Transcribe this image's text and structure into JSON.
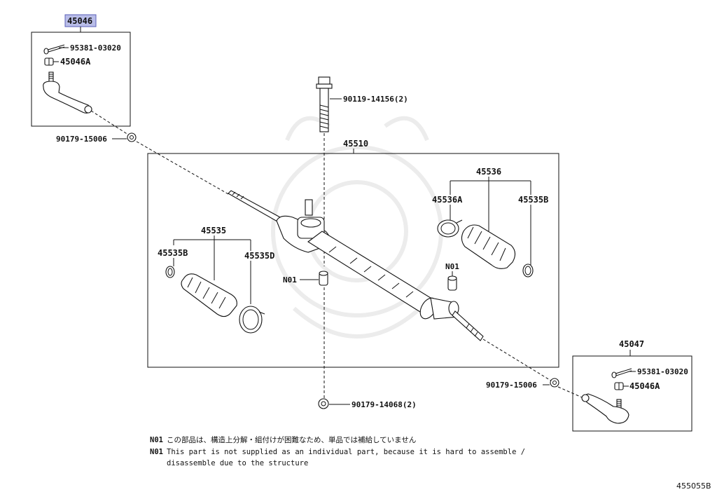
{
  "callouts": {
    "main_assembly": "45510",
    "tie_end_left": "45046",
    "tie_end_right": "45047",
    "cotter_pin_left": "95381-03020",
    "cotter_pin_right": "95381-03020",
    "nut_left": "45046A",
    "nut_right": "45046A",
    "lock_nut_left": "90179-15006",
    "lock_nut_right": "90179-15006",
    "bolt": "90119-14156(2)",
    "bottom_nut": "90179-14068(2)",
    "boot_kit_left": "45535",
    "boot_kit_right": "45536",
    "clamp_left_small": "45535B",
    "clamp_left_large": "45535D",
    "clamp_right_large": "45536A",
    "clamp_right_small": "45535B",
    "n01_left": "N01",
    "n01_right": "N01"
  },
  "notes": {
    "n01_jp_tag": "N01",
    "n01_jp": "この部品は、構造上分解・組付けが困難なため、単品では補給していません",
    "n01_en_tag": "N01",
    "n01_en_line1": "This part is not supplied as an individual part, because it is hard to assemble /",
    "n01_en_line2": "disassemble due to the structure"
  },
  "figure_ref": "455055B",
  "colors": {
    "highlight_fill": "#b9bde8",
    "line": "#111111",
    "watermark": "#ececec"
  }
}
